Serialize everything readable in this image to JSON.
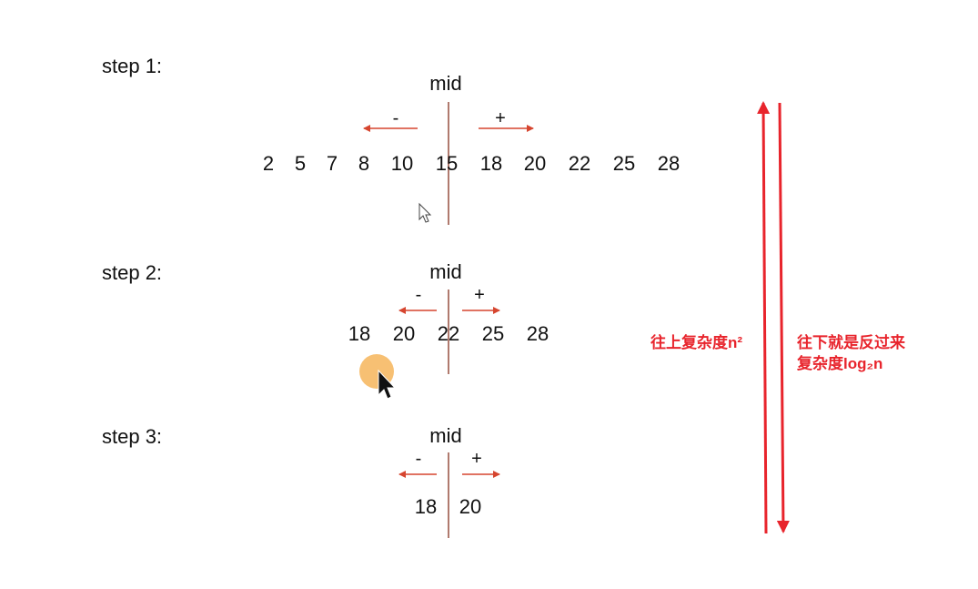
{
  "steps": [
    {
      "label": "step 1:",
      "mid_label": "mid",
      "minus": "-",
      "plus": "+",
      "numbers": [
        "2",
        "5",
        "7",
        "8",
        "10",
        "15",
        "18",
        "20",
        "22",
        "25",
        "28"
      ]
    },
    {
      "label": "step 2:",
      "mid_label": "mid",
      "minus": "-",
      "plus": "+",
      "numbers": [
        "18",
        "20",
        "22",
        "25",
        "28"
      ]
    },
    {
      "label": "step 3:",
      "mid_label": "mid",
      "minus": "-",
      "plus": "+",
      "numbers": [
        "18",
        "20"
      ]
    }
  ],
  "annotations": {
    "up": "往上复杂度n²",
    "down_line1": "往下就是反过来",
    "down_line2": "复杂度log₂n"
  },
  "colors": {
    "divider": "#b07a6e",
    "small_arrow": "#d6452f",
    "big_arrow": "#e8242c",
    "cursor_highlight": "#f6b55b"
  },
  "icons": [
    "mouse-pointer-icon",
    "cursor-highlight-icon"
  ]
}
